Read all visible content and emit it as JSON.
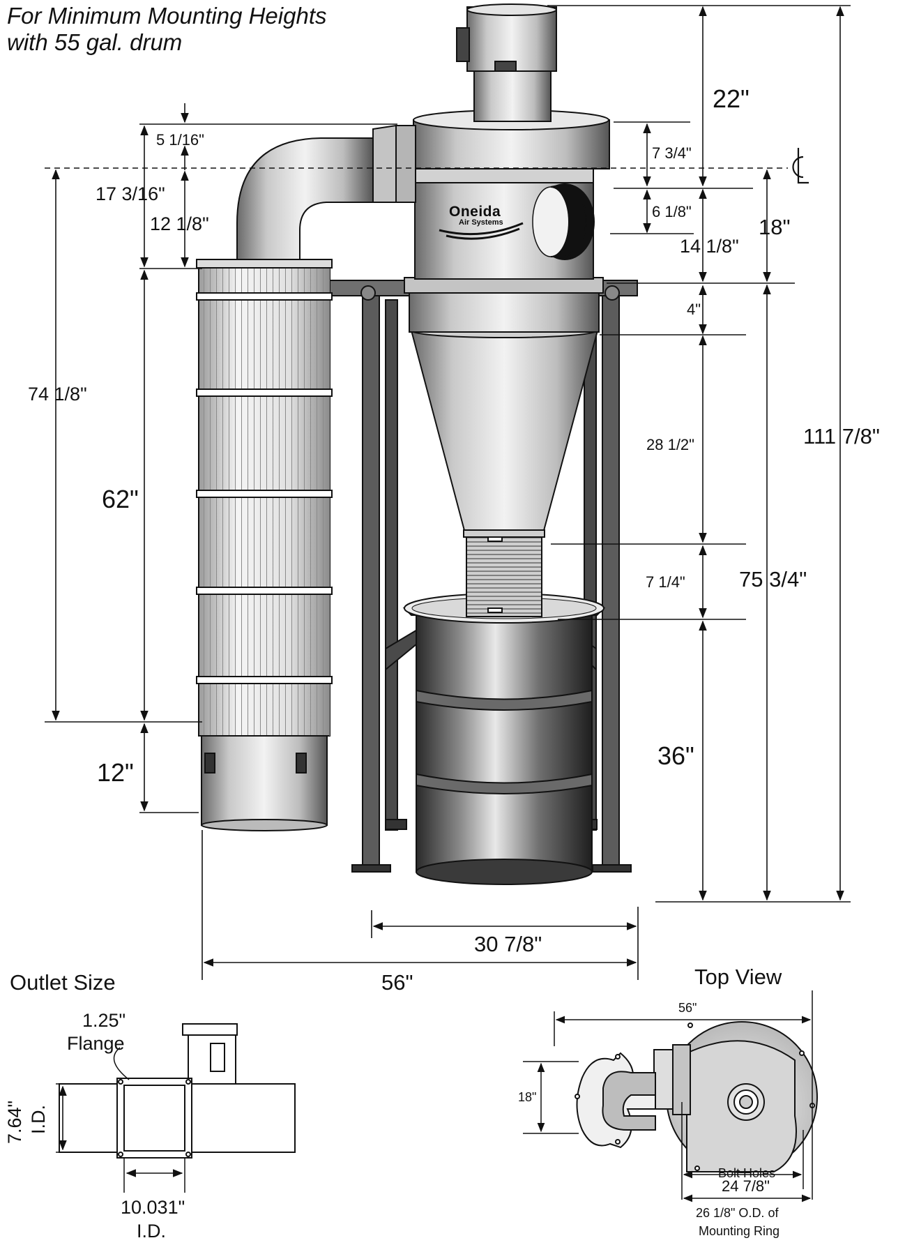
{
  "header": {
    "line1": "For Minimum Mounting Heights",
    "line2": "with 55 gal. drum"
  },
  "logo": {
    "name": "Oneida",
    "sub": "Air Systems",
    "icon": "swirl-logo-icon"
  },
  "centerline": {
    "symbol": "CL",
    "icon": "centerline-symbol-icon"
  },
  "side_view_dimensions": {
    "motor_height": "22\"",
    "inlet_top_offset": "5 1/16\"",
    "filter_to_centerline": "17 3/16\"",
    "inlet_to_filter": "12 1/8\"",
    "upper_cylinder": "7 3/4\"",
    "inlet_height": "6 1/8\"",
    "lower_cylinder": "14 1/8\"",
    "centerline_to_stand": "18\"",
    "ring_height": "4\"",
    "cone_height": "28 1/2\"",
    "flex_hose": "7 1/4\"",
    "stand_to_floor": "75 3/4\"",
    "overall_height": "111 7/8\"",
    "filter_overall": "74 1/8\"",
    "filter_height": "62\"",
    "filter_bin": "12\"",
    "drum_height": "36\"",
    "stand_width": "30 7/8\"",
    "overall_width": "56\""
  },
  "outlet": {
    "title": "Outlet Size",
    "flange": "1.25\"",
    "flange_label": "Flange",
    "height_value": "7.64\"",
    "height_label": "I.D.",
    "width_value": "10.031\"",
    "width_label": "I.D."
  },
  "top_view": {
    "title": "Top View",
    "width": "56\"",
    "depth": "18\"",
    "bolt_holes_label": "Bolt Holes",
    "bolt_holes_value": "24 7/8\"",
    "ring_value": "26 1/8\" O.D. of",
    "ring_label": "Mounting Ring"
  },
  "colors": {
    "line": "#111111",
    "metal_light": "#e6e6e6",
    "metal_mid": "#b9b9b9",
    "metal_dark": "#5a5a5a",
    "frame": "#555555"
  }
}
